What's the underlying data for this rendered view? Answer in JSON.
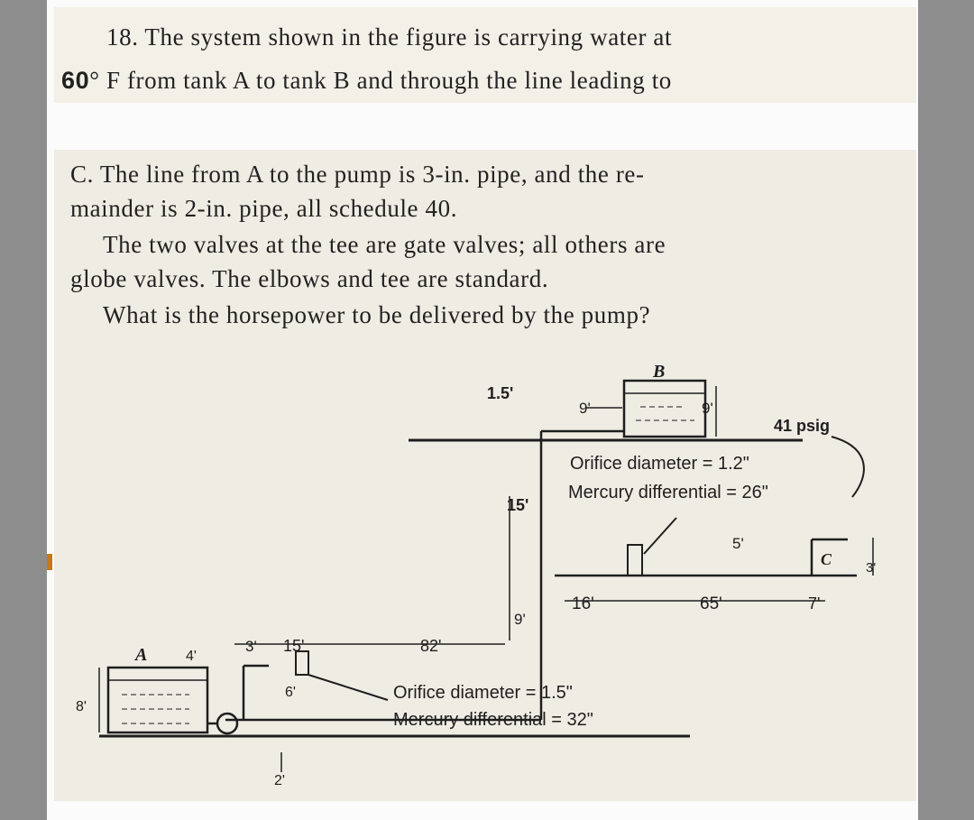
{
  "problem": {
    "line1": "18. The system shown in the figure is carrying water at",
    "line2_temp": "60",
    "line2_rest": "° F from tank A to tank B and through the line leading to",
    "line3": "C. The line from A to the pump is 3-in. pipe, and the re-",
    "line4": "mainder is 2-in. pipe, all schedule 40.",
    "line5": "The two valves at the tee are gate valves; all others are",
    "line6": "globe valves. The elbows and tee are standard.",
    "line7": "What is the horsepower to be delivered by the pump?"
  },
  "diagram": {
    "tank_a": "A",
    "tank_b": "B",
    "point_c": "C",
    "dim_1_5": "1.5'",
    "dim_9_top": "9'",
    "dim_9_tank": "9'",
    "dim_15_vert": "15'",
    "dim_9_vert": "9'",
    "dim_16": "16'",
    "dim_65": "65'",
    "dim_7": "7'",
    "dim_5": "5'",
    "dim_3_right": "3'",
    "dim_3_left": "3'",
    "dim_15_horiz": "15'",
    "dim_82": "82'",
    "dim_4": "4'",
    "dim_6": "6'",
    "dim_8": "8'",
    "dim_2": "2'",
    "psig": "41 psig",
    "orifice_upper_d": "Orifice diameter = 1.2\"",
    "orifice_upper_m": "Mercury differential = 26\"",
    "orifice_lower_d": "Orifice diameter = 1.5\"",
    "orifice_lower_m": "Mercury differential = 32\""
  }
}
